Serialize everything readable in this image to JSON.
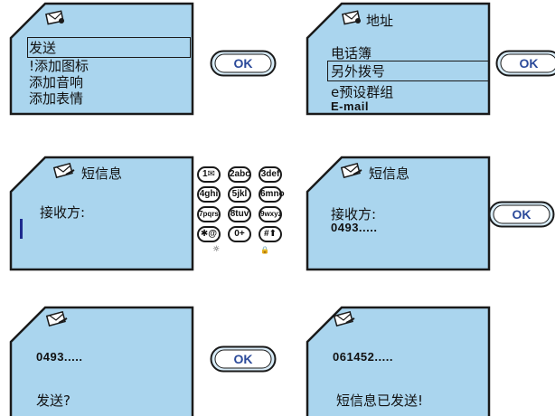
{
  "colors": {
    "screen_fill": "#aad5ee",
    "outline": "#1a1a1a",
    "ok_fill": "#d8ecf8",
    "ok_text": "#2b4a9a",
    "cursor": "#1d2a8f"
  },
  "ok_label": "OK",
  "screens": {
    "s1": {
      "icon": "envelope-book-icon",
      "items": [
        "发送",
        "!添加图标",
        "添加音响",
        "添加表情"
      ],
      "highlighted_index": 0
    },
    "s2": {
      "icon": "envelope-book-icon",
      "title": "地址",
      "items": [
        "电话簿",
        "另外拨号",
        "e预设群组",
        "E-mail"
      ],
      "highlighted_index": 1
    },
    "s3": {
      "icon": "message-icon",
      "title": "短信息",
      "prompt": "接收方:"
    },
    "s4": {
      "icon": "message-icon",
      "title": "短信息",
      "prompt": "接收方:",
      "number": "0493....."
    },
    "s5": {
      "icon": "message-icon",
      "number": "0493.....",
      "question": "发送?"
    },
    "s6": {
      "icon": "message-icon",
      "number": "061452.....",
      "status": "短信息已发送!"
    }
  },
  "keypad": {
    "keys": [
      "1✉",
      "2abc",
      "3def",
      "4ghi",
      "5jkl",
      "6mno",
      "7pqrs",
      "8tuv",
      "9wxyz",
      "✱@",
      "0+",
      "#⬆"
    ],
    "symbols": [
      "☼",
      "🔒"
    ]
  }
}
